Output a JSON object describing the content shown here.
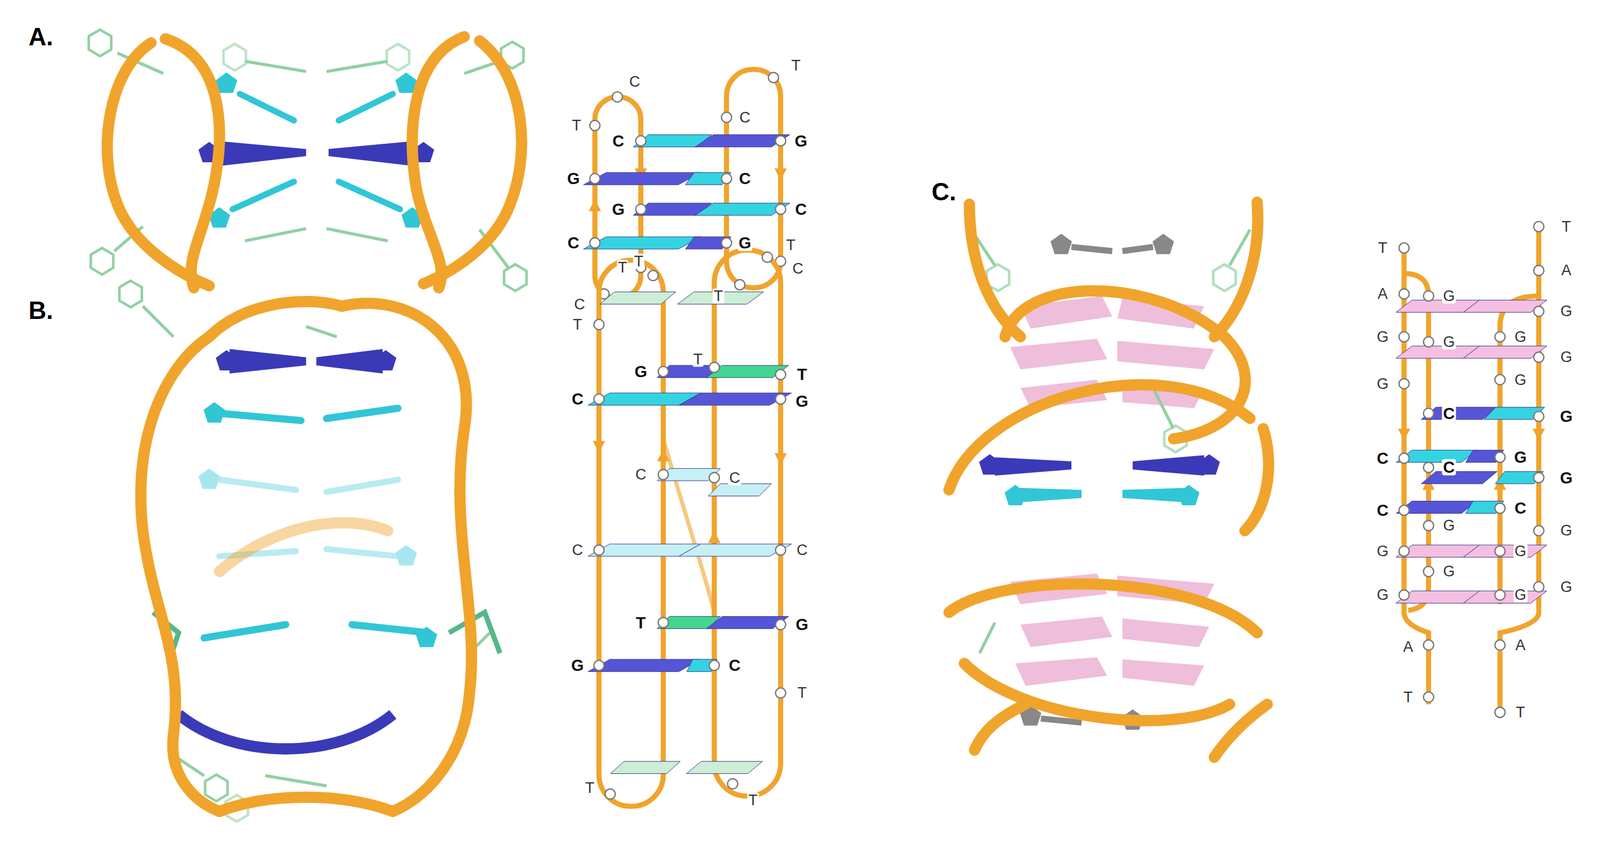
{
  "diagram": {
    "labels": [
      "A.",
      "C",
      "T",
      "T",
      "C",
      "C",
      "G",
      "G",
      "C",
      "G",
      "C",
      "C",
      "G",
      "T",
      "T",
      "C",
      "C",
      "B.",
      "T",
      "T",
      "T",
      "T",
      "G",
      "T",
      "C",
      "G",
      "C",
      "C",
      "C",
      "C",
      "T",
      "G",
      "G",
      "C",
      "T",
      "T",
      "T",
      "C.",
      "T",
      "T",
      "A",
      "A",
      "G",
      "G",
      "G",
      "G",
      "G",
      "G",
      "G",
      "G",
      "C",
      "G",
      "C",
      "G",
      "C",
      "G",
      "C",
      "C",
      "G",
      "G",
      "G",
      "G",
      "G",
      "G",
      "G",
      "G",
      "A",
      "A",
      "T",
      "T"
    ]
  }
}
